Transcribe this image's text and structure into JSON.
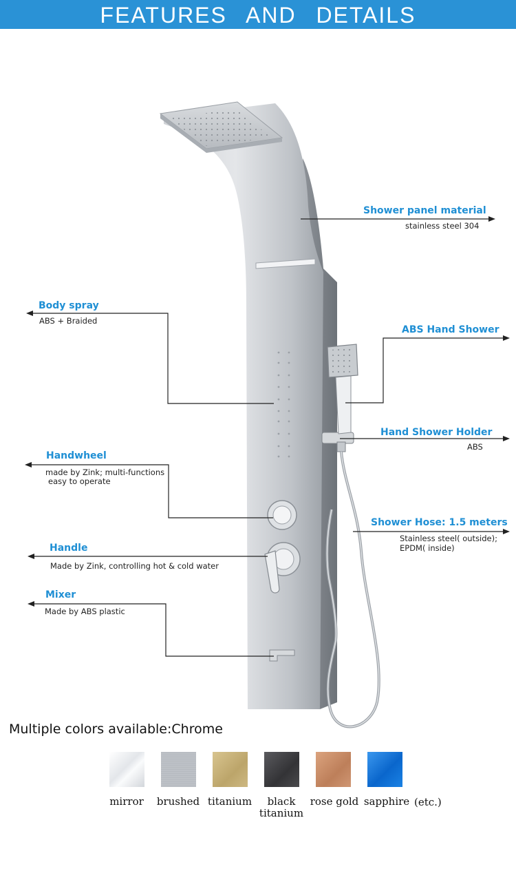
{
  "header": {
    "title": "FEATURES AND DETAILS"
  },
  "callouts": {
    "shower_panel": {
      "title": "Shower panel material",
      "desc": "stainless steel 304"
    },
    "body_spray": {
      "title": "Body spray",
      "desc": "ABS + Braided"
    },
    "abs_hand_shower": {
      "title": "ABS Hand Shower"
    },
    "hand_shower_holder": {
      "title": "Hand Shower Holder",
      "desc": "ABS"
    },
    "handwheel": {
      "title": "Handwheel",
      "desc1": "made by Zink;  multi-functions",
      "desc2": "easy to operate"
    },
    "shower_hose": {
      "title": "Shower Hose: 1.5 meters",
      "desc1": "Stainless steel( outside);",
      "desc2": "EPDM( inside)"
    },
    "handle": {
      "title": "Handle",
      "desc": "Made by Zink, controlling hot & cold water"
    },
    "mixer": {
      "title": "Mixer",
      "desc": "Made by ABS plastic"
    }
  },
  "colors": {
    "title": "Multiple colors available:Chrome",
    "swatches": [
      {
        "name": "mirror",
        "color": "#eef0f3"
      },
      {
        "name": "brushed",
        "color": "#b9bdc3"
      },
      {
        "name": "titanium",
        "color": "#c7b27c"
      },
      {
        "name": "black",
        "name2": "titanium",
        "color": "#3d3d40"
      },
      {
        "name": "rose gold",
        "color": "#c98d68"
      },
      {
        "name": "sapphire",
        "color": "#1475d6"
      }
    ],
    "etc": "(etc.)"
  }
}
